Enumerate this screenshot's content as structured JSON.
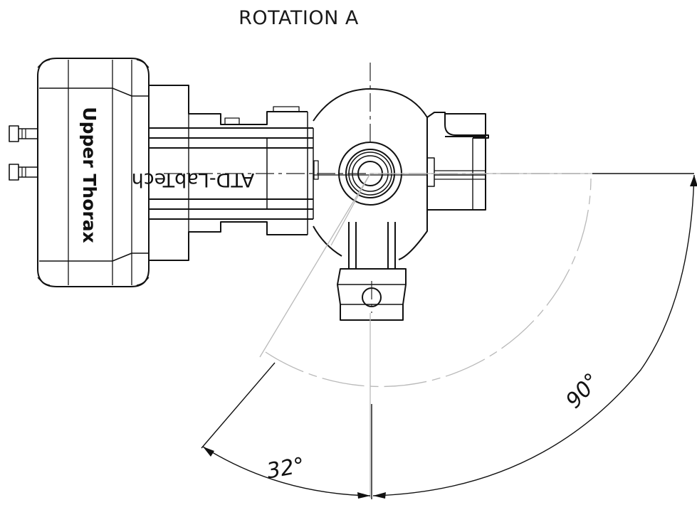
{
  "title": "ROTATION A",
  "part_labels": {
    "side_label": "Upper Thorax",
    "body_label": "ATD-LabTech"
  },
  "dimensions": {
    "angle_small": "32°",
    "angle_large": "90°"
  }
}
